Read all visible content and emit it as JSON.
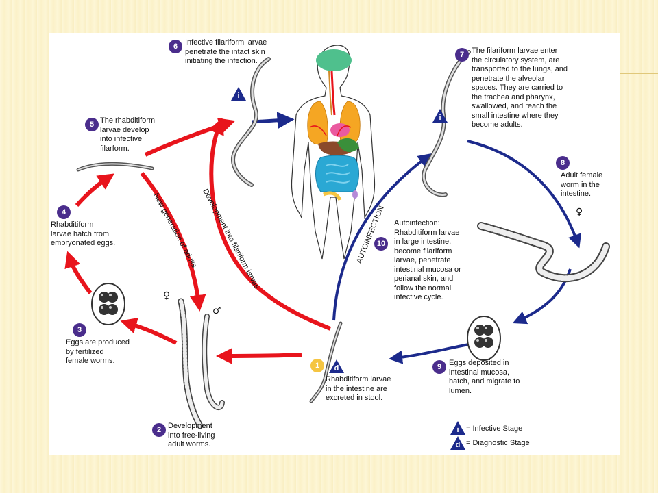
{
  "stages": {
    "s1": {
      "number": "1",
      "text": "Rhabditiform larvae\nin the intestine are\nexcreted in stool."
    },
    "s2": {
      "number": "2",
      "text": "Development\ninto free-living\nadult worms."
    },
    "s3": {
      "number": "3",
      "text": "Eggs are produced\nby fertilized\nfemale worms."
    },
    "s4": {
      "number": "4",
      "text": "Rhabditiform\nlarvae hatch from\nembryonated eggs."
    },
    "s5": {
      "number": "5",
      "text": "The rhabditiform\nlarvae develop\ninto infective\nfilarform."
    },
    "s6": {
      "number": "6",
      "text": "Infective filariform larvae\npenetrate the intact skin\ninitiating the infection."
    },
    "s7": {
      "number": "7",
      "text": "The filariform larvae enter\nthe circulatory system, are\ntransported to the lungs, and\npenetrate the alveolar\nspaces. They are carried to\nthe trachea and pharynx,\nswallowed, and reach the\nsmall intestine where they\nbecome adults."
    },
    "s8": {
      "number": "8",
      "text": "Adult female\nworm in the\nintestine."
    },
    "s9": {
      "number": "9",
      "text": "Eggs deposited in\nintestinal mucosa,\nhatch, and migrate to\nlumen."
    },
    "s10": {
      "number": "10",
      "text": "Autoinfection:\nRhabditiform larvae\nin large intestine,\nbecome filariform\nlarvae, penetrate\nintestinal mucosa or\nperianal skin, and\nfollow the normal\ninfective cycle."
    }
  },
  "arrow_labels": {
    "new_generation": "New generation of adults",
    "filariform": "Development into filariform larvae",
    "autoinfection": "AUTOINFECTION"
  },
  "legend": {
    "infective_symbol": "i",
    "infective_text": "= Infective Stage",
    "diagnostic_symbol": "d",
    "diagnostic_text": "= Diagnostic Stage"
  },
  "sex_symbols": {
    "female": "♀",
    "male": "♂"
  },
  "colors": {
    "free_living_arrow": "#e8141c",
    "parasitic_arrow": "#1c2a8c",
    "stage_badge": "#4a2d8c",
    "stage1_badge": "#f5c542"
  }
}
